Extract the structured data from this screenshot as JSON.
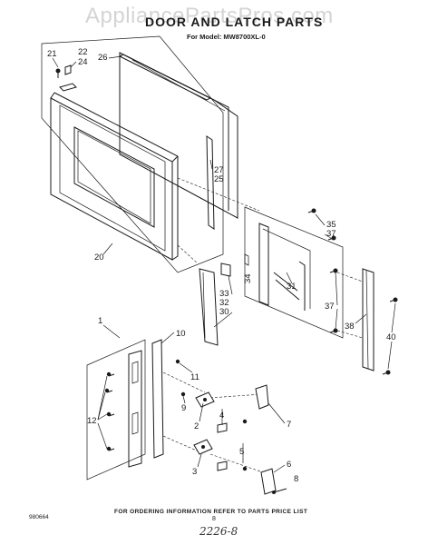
{
  "watermark": "AppliancePartsPros.com",
  "title": "DOOR AND LATCH PARTS",
  "subtitle": "For Model: MW8700XL-0",
  "footer_note": "FOR ORDERING INFORMATION REFER TO PARTS PRICE LIST",
  "doc_number": "980664",
  "page_number": "8",
  "handwritten_note": "2226-8",
  "callouts": {
    "c21": "21",
    "c22": "22",
    "c24": "24",
    "c26": "26",
    "c27": "27",
    "c25": "25",
    "c20": "20",
    "c35": "35",
    "c37a": "37",
    "c34": "34",
    "c31": "31",
    "c33": "33",
    "c32": "32",
    "c30": "30",
    "c37b": "37",
    "c38": "38",
    "c40": "40",
    "c1": "1",
    "c10": "10",
    "c11": "11",
    "c9": "9",
    "c12": "12",
    "c2": "2",
    "c7": "7",
    "c4": "4",
    "c3": "3",
    "c5": "5",
    "c6": "6",
    "c8": "8"
  }
}
